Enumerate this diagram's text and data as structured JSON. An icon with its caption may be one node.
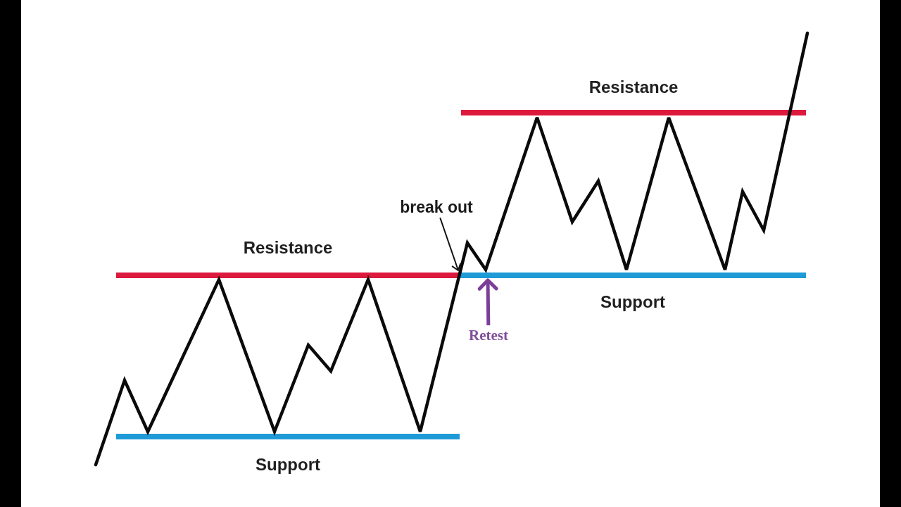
{
  "diagram": {
    "nodes": [
      {
        "text": [
          "break out"
        ]
      },
      {
        "text": [
          "Retest"
        ]
      }
    ],
    "edges": [
      {
        "from": 0,
        "to": null,
        "arrow": "to"
      },
      {
        "from": 1,
        "to": null,
        "arrow": "to",
        "style": "thick",
        "color": "#7b3f99"
      }
    ],
    "labels": [
      "Resistance",
      "Resistance",
      "Support",
      "Support"
    ]
  }
}
